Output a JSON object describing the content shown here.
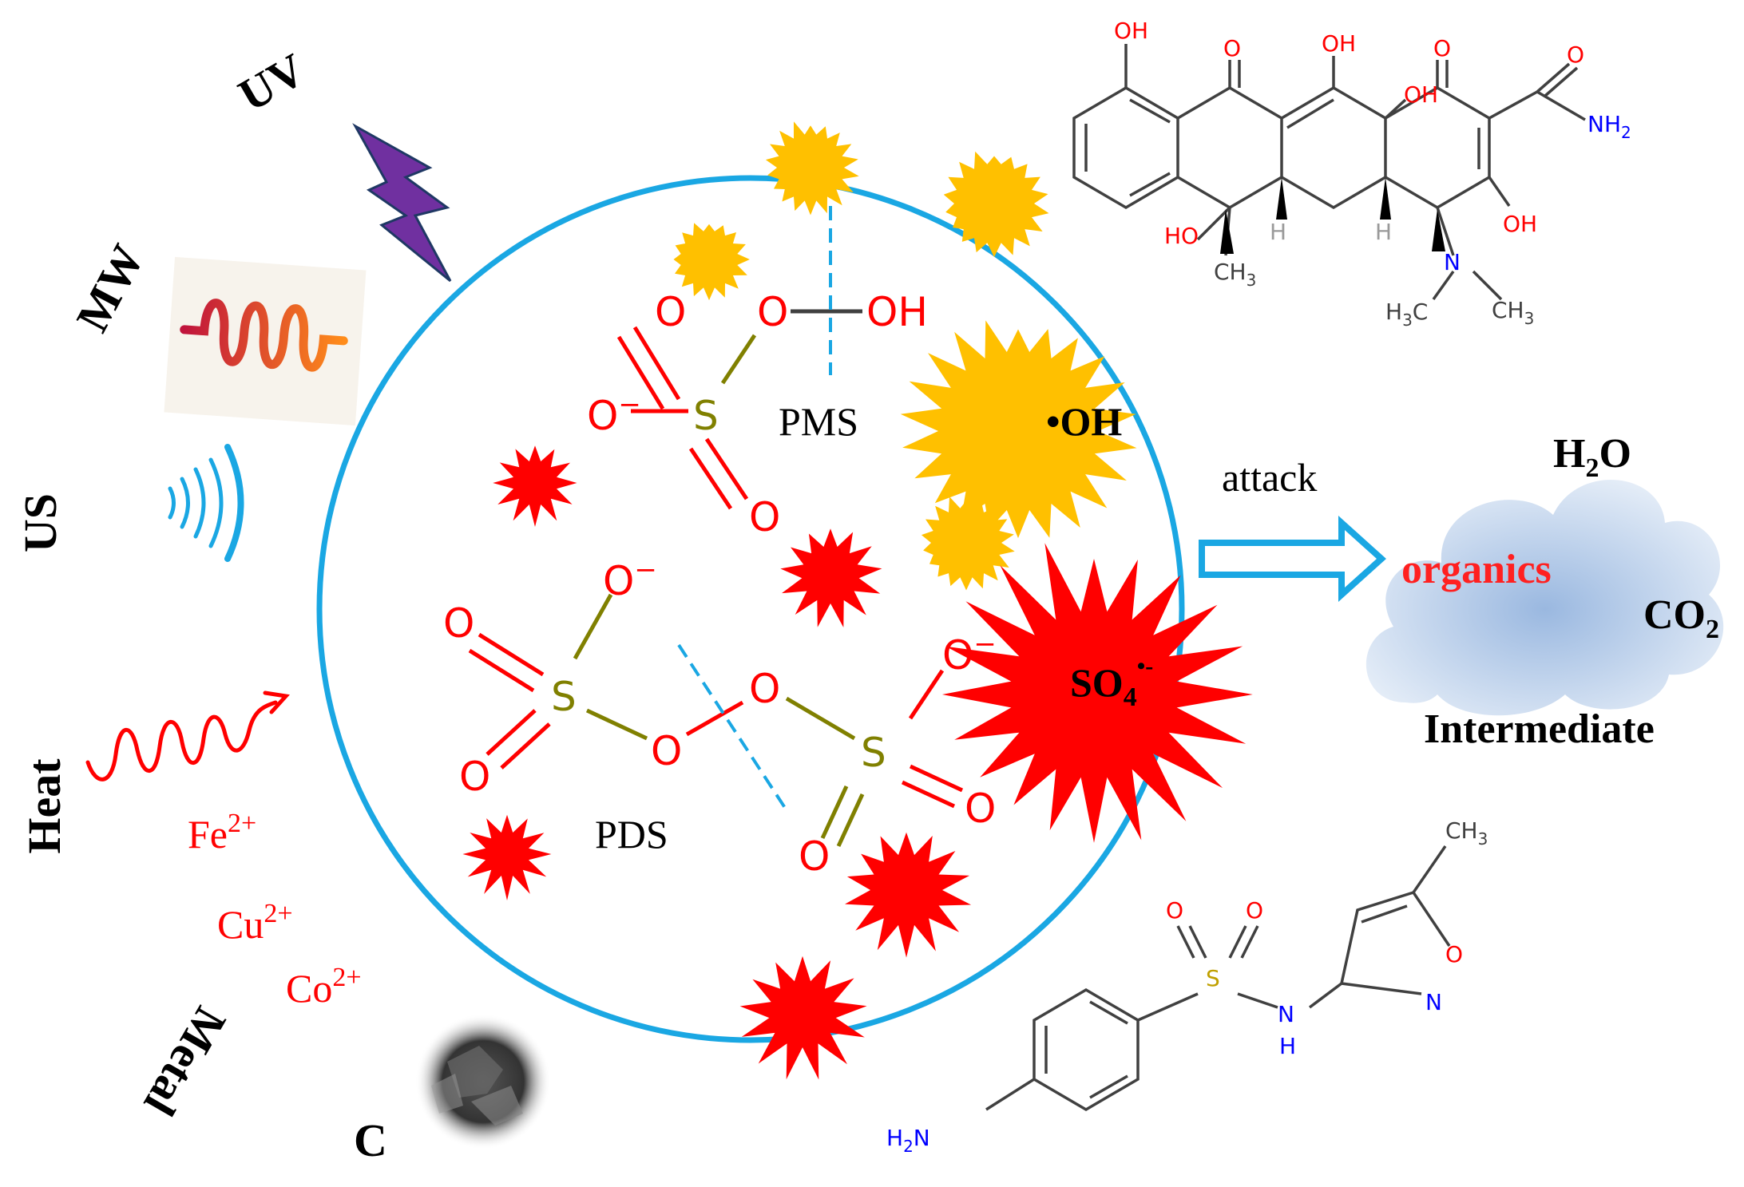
{
  "activators": {
    "uv": "UV",
    "mw": "MW",
    "us": "US",
    "heat": "Heat",
    "metal": "Metal",
    "c": "C",
    "ions": [
      {
        "base": "Fe",
        "sup": "2+"
      },
      {
        "base": "Cu",
        "sup": "2+"
      },
      {
        "base": "Co",
        "sup": "2+"
      }
    ]
  },
  "oxidants": {
    "pms": "PMS",
    "pds": "PDS"
  },
  "radicals": {
    "oh": "•OH",
    "so4_base": "SO",
    "so4_sub": "4",
    "so4_sup": "•-"
  },
  "process": {
    "attack": "attack",
    "organics": "organics",
    "intermediate": "Intermediate",
    "h2o_a": "H",
    "h2o_sub": "2",
    "h2o_b": "O",
    "co2_a": "CO",
    "co2_sub": "2"
  },
  "atoms": {
    "O": "O",
    "S": "S",
    "OH": "OH",
    "HO": "HO",
    "N": "N",
    "H": "H",
    "NH2_a": "NH",
    "NH2_sub": "2",
    "H2N_a": "H",
    "H2N_sub": "2",
    "H2N_b": "N",
    "CH3_a": "CH",
    "CH3_sub": "3",
    "H3C_a": "H",
    "H3C_sub": "3",
    "H3C_b": "C",
    "minus": "−"
  },
  "colors": {
    "ring": "#1aa7e3",
    "yellow_burst": "#ffc000",
    "red_burst": "#ff0000",
    "uv_bolt": "#7030a0",
    "oxygen": "#ff0000",
    "sulfur": "#808000",
    "nitrogen": "#0000ff",
    "bond": "#404040",
    "cloud": "#b8cfe8",
    "arrow": "#1aa7e3",
    "ion": "#ff0000"
  }
}
